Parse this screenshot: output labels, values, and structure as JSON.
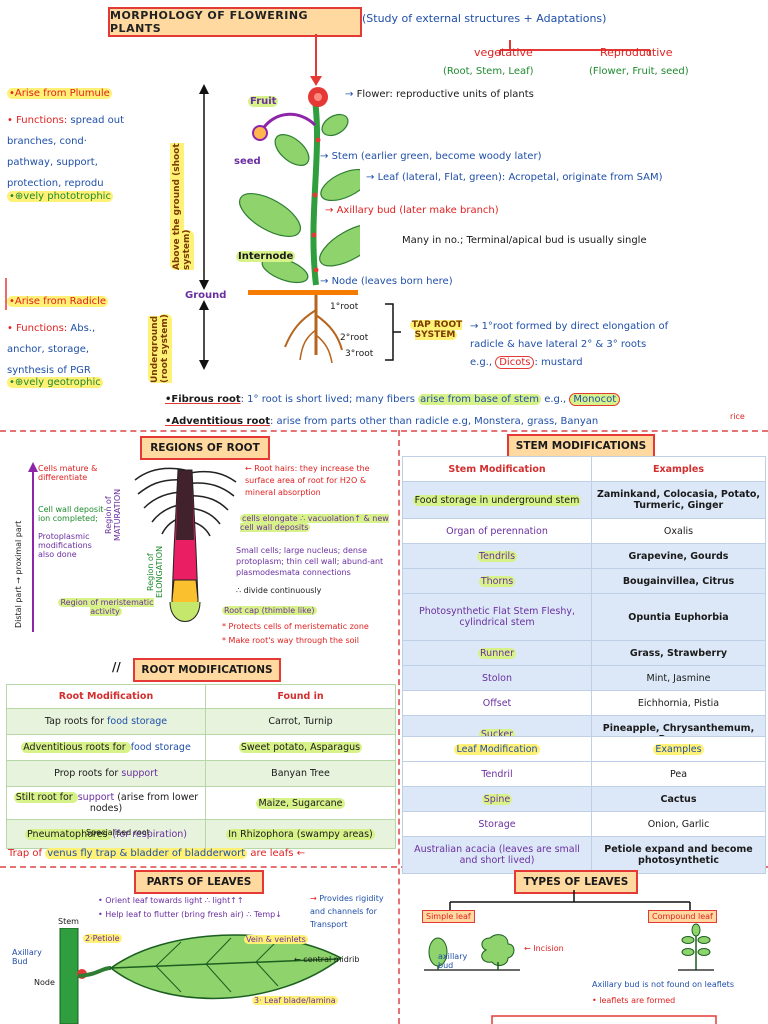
{
  "title": "MORPHOLOGY OF FLOWERING PLANTS",
  "subtitle": "(Study of external structures + Adaptations)",
  "branches": {
    "vegetative": "vegetative",
    "vegetative_sub": "(Root, Stem, Leaf)",
    "reproductive": "Reproductive",
    "reproductive_sub": "(Flower, Fruit, seed)"
  },
  "shoot": {
    "arise": "•Arise from Plumule",
    "functions_label": "• Functions:",
    "functions_lines": [
      "spread out",
      "branches, cond·",
      "pathway, support,",
      "protection, reprodu"
    ],
    "tropic": "•⊕vely phototrophic",
    "side_label": "Above the ground (shoot system)"
  },
  "root_sys": {
    "arise": "•Arise from Radicle",
    "functions_label": "• Functions:",
    "functions_lines": [
      "Abs.,",
      "anchor, storage,",
      "synthesis of PGR"
    ],
    "tropic": "•⊕vely geotrophic",
    "side_label": "Underground (root system)",
    "ground": "Ground"
  },
  "plant_labels": {
    "fruit": "Fruit",
    "seed": "seed",
    "flower": "Flower: reproductive units of plants",
    "stem": "Stem (earlier green, become woody later)",
    "leaf": "Leaf (lateral, Flat, green): Acropetal, originate from SAM)",
    "axillary_bud": "Axillary bud (later make branch)",
    "many": "Many in no.; Terminal/apical bud is usually single",
    "internode": "Internode",
    "node": "Node (leaves born here)",
    "r1": "1°root",
    "r2": "2°root",
    "r3": "3°root",
    "taproot": "TAP ROOT SYSTEM",
    "tap_l1": "1°root formed by direct elongation of",
    "tap_l2": "radicle & have lateral 2° & 3° roots",
    "tap_l3_a": "e.g.,",
    "tap_l3_b": "Dicots",
    "tap_l3_c": ": mustard"
  },
  "fibrous": {
    "label": "•Fibrous root",
    "text_a": ": 1° root is short lived; many fibers",
    "text_b": "arise from base of stem",
    "text_c": "e.g.,",
    "text_d": "Monocot",
    "rice": "rice"
  },
  "adventitious": {
    "label": "•Adventitious root",
    "text": ": arise from parts other than radicle e.g, Monstera, grass, Banyan"
  },
  "regions_root": {
    "title": "REGIONS OF ROOT",
    "cells_mature": "Cells mature & differentiate",
    "cellwall": "Cell wall deposit-ion completed;",
    "protoplasmic": "Protoplasmic modifications also done",
    "maturation": "Region of MATURATION",
    "elongation": "Region of ELONGATION",
    "meristematic": "Region of meristematic activity",
    "distal": "Distal part → proximal part",
    "root_hairs": "Root hairs: they increase the surface area of root for H2O & mineral absorption",
    "cells_elongate": "cells elongate ∴ vacuolation↑ & new cell wall deposits",
    "small_cells": "Small cells; large nucleus; dense protoplasm; thin cell wall; abund-ant plasmodesmata connections",
    "divide": "∴ divide continuously",
    "root_cap": "Root cap (thimble like)",
    "protects": "* Protects cells of meristematic zone",
    "make_way": "* Make root's way through the soil"
  },
  "root_mod": {
    "title": "ROOT MODIFICATIONS",
    "headers": [
      "Root Modification",
      "Found in"
    ],
    "rows": [
      {
        "a_pre": "Tap roots for ",
        "a_hl": "food storage",
        "a_post": "",
        "b": "Carrot, Turnip"
      },
      {
        "a_pre": "Adventitious roots for ",
        "a_hl": "food storage",
        "a_post": "",
        "b": "Sweet potato, Asparagus"
      },
      {
        "a_pre": "Prop roots for ",
        "a_hl": "support",
        "a_post": "",
        "b": "Banyan Tree"
      },
      {
        "a_pre": "Stilt root for ",
        "a_hl": "support",
        "a_post": " (arise from lower nodes)",
        "b": "Maize, Sugarcane"
      },
      {
        "a_pre": "Pneumatophores ",
        "a_hl": "(for respiration)",
        "a_post": "",
        "b": "In Rhizophora (swampy areas)"
      }
    ],
    "specialised": "Specialised root"
  },
  "trap_line": {
    "pre": "Trap of ",
    "hl": "venus fly trap & bladder of bladderwort",
    "post": " are leafs"
  },
  "stem_mod": {
    "title": "STEM MODIFICATIONS",
    "headers": [
      "Stem Modification",
      "Examples"
    ],
    "rows": [
      {
        "a": "Food storage in underground stem",
        "b": "Zaminkand, Colocasia, Potato, Turmeric, Ginger"
      },
      {
        "a": "Organ of perennation",
        "b": "Oxalis"
      },
      {
        "a": "Tendrils",
        "b": "Grapevine, Gourds"
      },
      {
        "a": "Thorns",
        "b": "Bougainvillea, Citrus"
      },
      {
        "a": "Photosynthetic Flat Stem Fleshy, cylindrical stem",
        "b": "Opuntia Euphorbia"
      },
      {
        "a": "Runner",
        "b": "Grass, Strawberry"
      },
      {
        "a": "Stolon",
        "b": "Mint, Jasmine"
      },
      {
        "a": "Offset",
        "b": "Eichhornia, Pistia"
      },
      {
        "a": "Sucker",
        "b": "Pineapple, Chrysanthemum, Banana"
      }
    ]
  },
  "leaf_mod": {
    "headers": [
      "Leaf Modification",
      "Examples"
    ],
    "rows": [
      {
        "a": "Tendril",
        "b": "Pea"
      },
      {
        "a": "Spine",
        "b": "Cactus"
      },
      {
        "a": "Storage",
        "b": "Onion, Garlic"
      },
      {
        "a": "Australian acacia (leaves are small and short lived)",
        "b": "Petiole expand and become photosynthetic"
      }
    ]
  },
  "parts_leaves": {
    "title": "PARTS OF LEAVES",
    "orient": "• Orient leaf towards light ∴ light↑↑",
    "help": "• Help leaf to flutter (bring fresh air) ∴ Temp↓",
    "rigidity": "Provides rigidity and channels for Transport",
    "stem": "Stem",
    "axillary": "Axillary Bud",
    "node": "Node",
    "petiole": "2·Petiole",
    "vein": "Vein & veinlets",
    "midrib": "central midrib",
    "blade": "3· Leaf blade/lamina"
  },
  "types_leaves": {
    "title": "TYPES OF LEAVES",
    "simple": "Simple leaf",
    "compound": "Compound leaf",
    "incision": "Incision",
    "axillary_bud": "axillary bud",
    "note1": "Axillary bud is not found on leaflets",
    "note2": "• leaflets are formed"
  }
}
